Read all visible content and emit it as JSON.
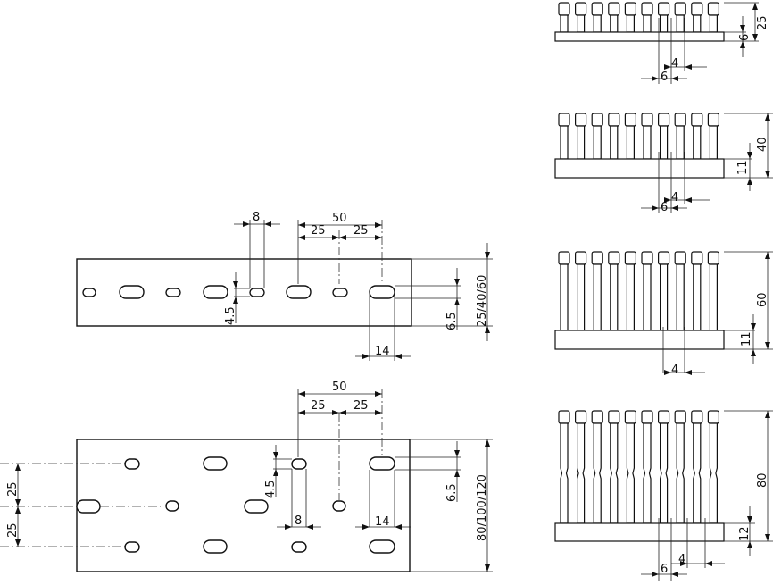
{
  "rail_top": {
    "dim_overall": "50",
    "dim_half_left": "25",
    "dim_half_right": "25",
    "dim_slot_width": "8",
    "dim_slot_height": "4.5",
    "dim_hole_height": "6.5",
    "dim_hole_length": "14",
    "dim_heights": "25/40/60"
  },
  "rail_bottom": {
    "dim_overall": "50",
    "dim_half_left": "25",
    "dim_half_right": "25",
    "dim_slot_height": "4.5",
    "dim_slot_width": "8",
    "dim_hole_height": "6.5",
    "dim_hole_length": "14",
    "dim_heights": "80/100/120",
    "dim_spacing_upper": "25",
    "dim_spacing_lower": "25"
  },
  "profiles": [
    {
      "height": "25",
      "base": "6",
      "gap": "6",
      "finger": "4"
    },
    {
      "height": "40",
      "base": "11",
      "gap": "6",
      "finger": "4"
    },
    {
      "height": "60",
      "base": "11",
      "finger": "4"
    },
    {
      "height": "80",
      "base": "12",
      "gap": "6",
      "finger": "4"
    }
  ]
}
